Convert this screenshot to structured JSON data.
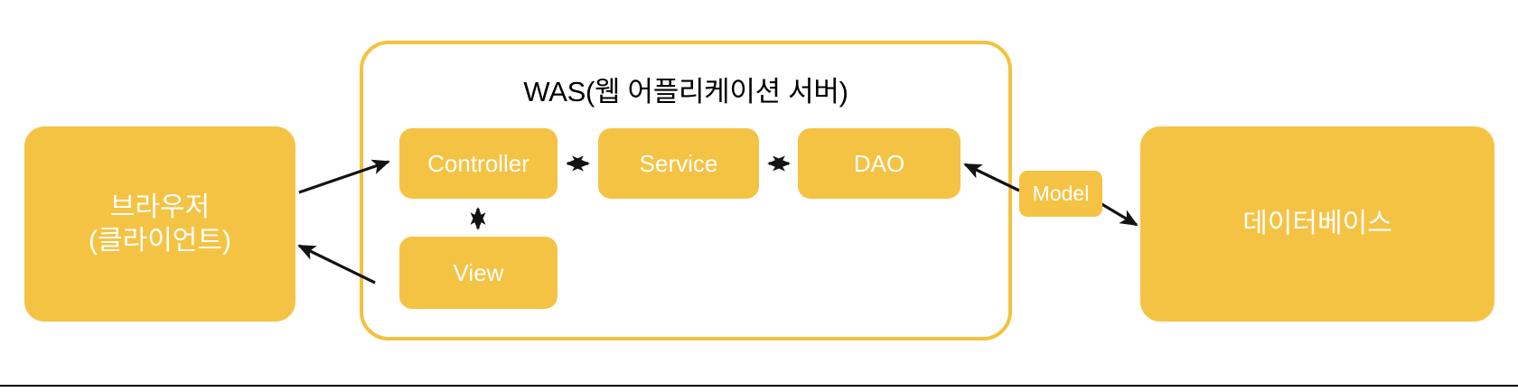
{
  "diagram": {
    "title_text": "WAS(웹 어플리케이션 서버)",
    "accent_color": "#F5C344",
    "container_border_color": "#F3C13C",
    "node_text_color": "#FFFFFF",
    "title_text_color": "#000000",
    "arrow_color": "#131313",
    "background_color": "#FFFFFF",
    "rule_color": "#000000"
  },
  "nodes": {
    "browser": {
      "line1": "브라우저",
      "line2": "(클라이언트)"
    },
    "database": {
      "label": "데이터베이스"
    },
    "controller": {
      "label": "Controller"
    },
    "service": {
      "label": "Service"
    },
    "dao": {
      "label": "DAO"
    },
    "view": {
      "label": "View"
    },
    "model": {
      "label": "Model"
    }
  },
  "connectors": [
    {
      "name": "browser-to-controller",
      "from": "browser",
      "to": "controller",
      "direction": "forward"
    },
    {
      "name": "controller-to-browser",
      "from": "controller",
      "to": "browser",
      "direction": "forward"
    },
    {
      "name": "controller-service",
      "from": "controller",
      "to": "service",
      "direction": "both"
    },
    {
      "name": "service-dao",
      "from": "service",
      "to": "dao",
      "direction": "both"
    },
    {
      "name": "controller-view",
      "from": "controller",
      "to": "view",
      "direction": "both"
    },
    {
      "name": "model-to-dao",
      "from": "model",
      "to": "dao",
      "direction": "forward"
    },
    {
      "name": "model-to-database",
      "from": "model",
      "to": "database",
      "direction": "forward"
    }
  ]
}
